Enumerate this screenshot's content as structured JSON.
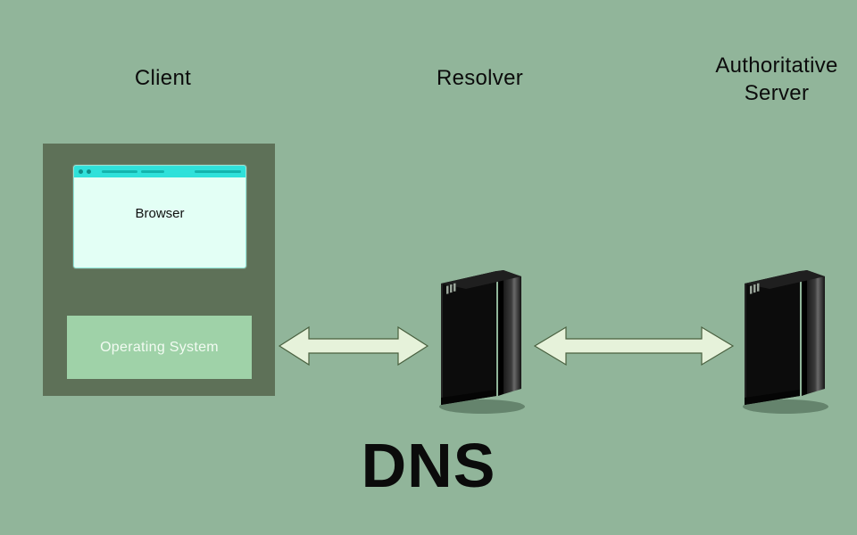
{
  "diagram": {
    "title": "DNS",
    "columns": {
      "client": "Client",
      "resolver": "Resolver",
      "authoritative_line1": "Authoritative",
      "authoritative_line2": "Server"
    },
    "client": {
      "browser_label": "Browser",
      "os_label": "Operating System"
    },
    "colors": {
      "background": "#91b59a",
      "client_box": "#5e7158",
      "browser_window": "#e3fff5",
      "browser_titlebar": "#2fe1da",
      "os_box": "#9fd2a8",
      "arrow_fill": "#e6f2da",
      "arrow_stroke": "#49603f",
      "server_body": "#0d0d0d",
      "title_text": "#0b0b0b"
    },
    "icons": [
      "browser-window-icon",
      "resolver-server-icon",
      "authoritative-server-icon",
      "double-arrow-icon"
    ]
  }
}
